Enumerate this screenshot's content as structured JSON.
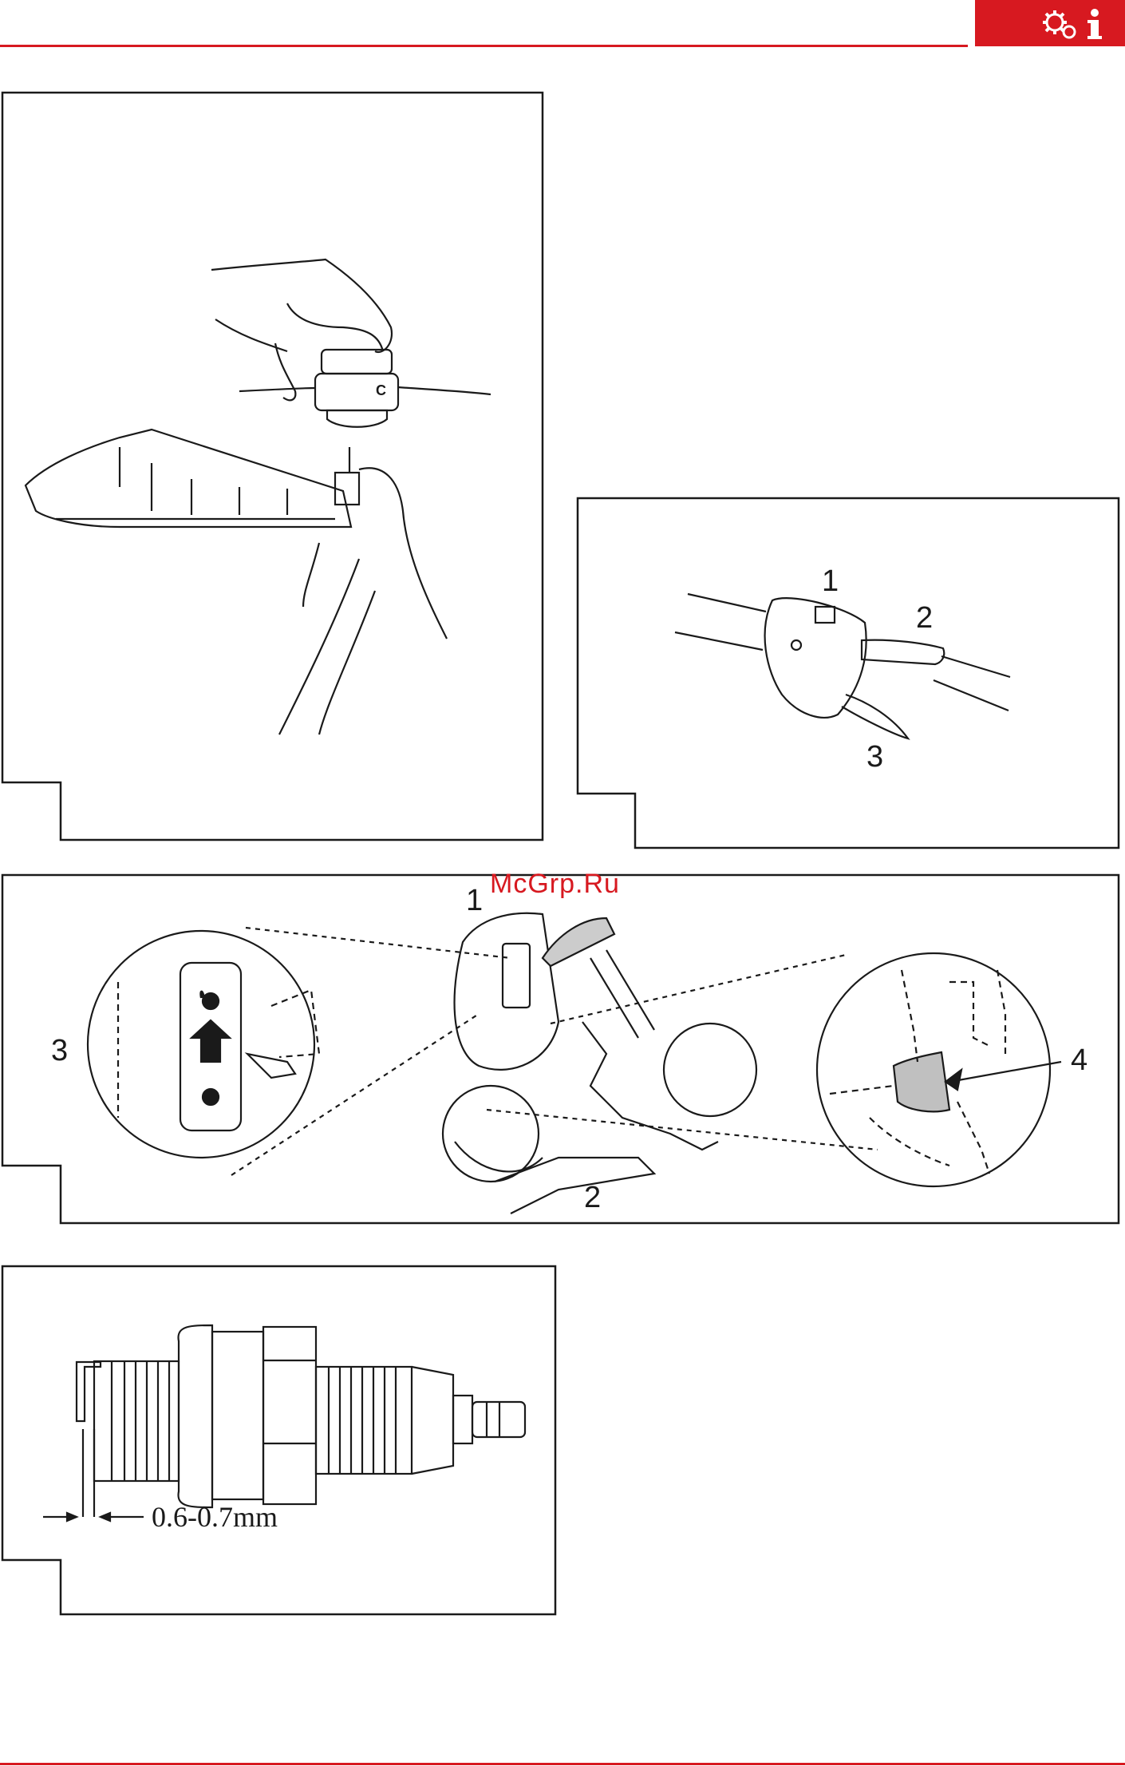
{
  "header": {
    "badge_icon": "gears-info-icon",
    "accent_color": "#d71920"
  },
  "watermark": {
    "text": "McGrp.Ru"
  },
  "figure_spool": {
    "spool_letter": "C"
  },
  "figure_handle": {
    "callouts": [
      "1",
      "2",
      "3"
    ]
  },
  "figure_engine": {
    "callouts": [
      "1",
      "2",
      "3",
      "4"
    ]
  },
  "figure_spark_plug": {
    "gap_label": "0.6-0.7mm"
  }
}
